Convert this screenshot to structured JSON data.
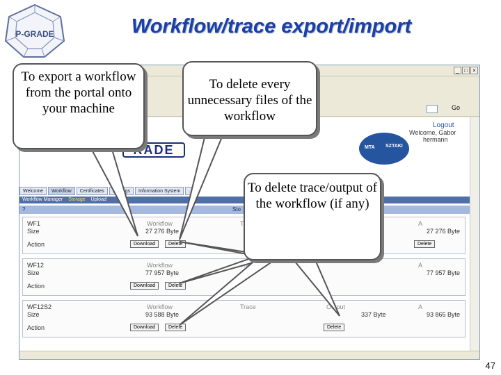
{
  "slide": {
    "title": "Workflow/trace export/import",
    "logo_text": "P-GRADE",
    "page_number": "47"
  },
  "browser": {
    "go_label": "Go",
    "portal": {
      "logo_text": "RADE",
      "mta_text": "MTA",
      "sztaki_text": "SZTAKI",
      "logout": "Logout",
      "welcome_line1": "Welcome, Gabor",
      "welcome_line2": "hermann"
    },
    "tabs": [
      "Welcome",
      "Workflow",
      "Certificates",
      "Settings",
      "Information System",
      "..."
    ],
    "subnav": [
      "Workflow Manager",
      "Storage",
      "Upload"
    ],
    "panel": {
      "help": "?",
      "title": "Sto"
    },
    "workflows": [
      {
        "name": "WF1",
        "size_label": "Size",
        "action_label": "Action",
        "wf_col": "Workflow",
        "wf_size": "27 276 Byte",
        "trace_col": "Tr",
        "right_col": "A",
        "right_size": "27 276 Byte",
        "buttons": [
          "Download",
          "Delete"
        ],
        "right_button": "Delete"
      },
      {
        "name": "WF12",
        "size_label": "Size",
        "action_label": "Action",
        "wf_col": "Workflow",
        "wf_size": "77 957 Byte",
        "trace_col": "Trace",
        "right_col": "A",
        "right_size": "77 957 Byte",
        "buttons": [
          "Download",
          "Delete"
        ],
        "right_button": ""
      },
      {
        "name": "WF12S2",
        "size_label": "Size",
        "action_label": "Action",
        "wf_col": "Workflow",
        "wf_size": "93 588 Byte",
        "trace_col": "Trace",
        "output_col": "Output",
        "output_size": "337 Byte",
        "output_button": "Delete",
        "right_col": "A",
        "right_size": "93 865 Byte",
        "buttons": [
          "Download",
          "Delete"
        ],
        "right_button": ""
      }
    ]
  },
  "callouts": {
    "export": "To export a workflow from the portal onto your machine",
    "delete_files": "To delete every unnecessary files of the workflow",
    "delete_trace": "To delete trace/output of the workflow (if any)"
  }
}
